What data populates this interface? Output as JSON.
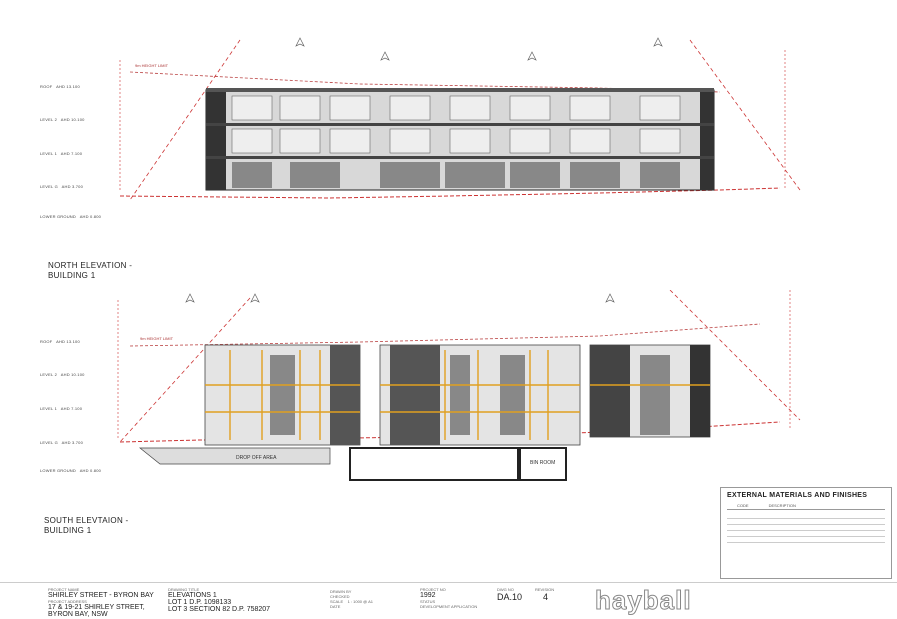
{
  "north": {
    "title": "NORTH ELEVATION - BUILDING 1",
    "height_limit": "9m HEIGHT LIMIT",
    "levels": [
      {
        "name": "ROOF",
        "rl": "AHD 13.100"
      },
      {
        "name": "LEVEL 2",
        "rl": "AHD 10.100"
      },
      {
        "name": "LEVEL 1",
        "rl": "AHD 7.100"
      },
      {
        "name": "LEVEL G",
        "rl": "AHD 3.700"
      },
      {
        "name": "LOWER GROUND",
        "rl": "AHD 0.800"
      }
    ]
  },
  "south": {
    "title": "SOUTH ELEVTAION - BUILDING 1",
    "height_limit": "9m HEIGHT LIMIT",
    "drop_off": "DROP OFF AREA",
    "bin_room": "BIN ROOM",
    "levels": [
      {
        "name": "ROOF",
        "rl": "AHD 13.100"
      },
      {
        "name": "LEVEL 2",
        "rl": "AHD 10.100"
      },
      {
        "name": "LEVEL 1",
        "rl": "AHD 7.100"
      },
      {
        "name": "LEVEL G",
        "rl": "AHD 3.700"
      },
      {
        "name": "LOWER GROUND",
        "rl": "AHD 0.800"
      }
    ]
  },
  "legend": {
    "title": "EXTERNAL MATERIALS AND FINISHES",
    "col_code": "CODE",
    "col_desc": "DESCRIPTION"
  },
  "titleblock": {
    "project_name_label": "PROJECT NAME",
    "project_name": "SHIRLEY STREET - BYRON BAY",
    "project_address_label": "PROJECT ADDRESS",
    "project_address": "17 & 19-21 SHIRLEY STREET, BYRON BAY, NSW",
    "drawing_title_label": "DRAWING TITLE",
    "drawing_title": "ELEVATIONS 1",
    "lot_line1": "Lot 1 D.P. 1098133",
    "lot_line2": "Lot 3 Section 82 D.P. 758207",
    "drawn_by_label": "DRAWN BY",
    "checked_label": "CHECKED",
    "scale_label": "SCALE",
    "date_label": "DATE",
    "scale": "1 : 1000 @ A1",
    "project_no_label": "PROJECT NO",
    "project_no": "1992",
    "status_label": "STATUS",
    "status": "DEVELOPMENT APPLICATION",
    "dwg_no_label": "DWG NO",
    "dwg_no": "DA.10",
    "revision_label": "REVISION",
    "revision": "4",
    "logo": "hayball"
  }
}
